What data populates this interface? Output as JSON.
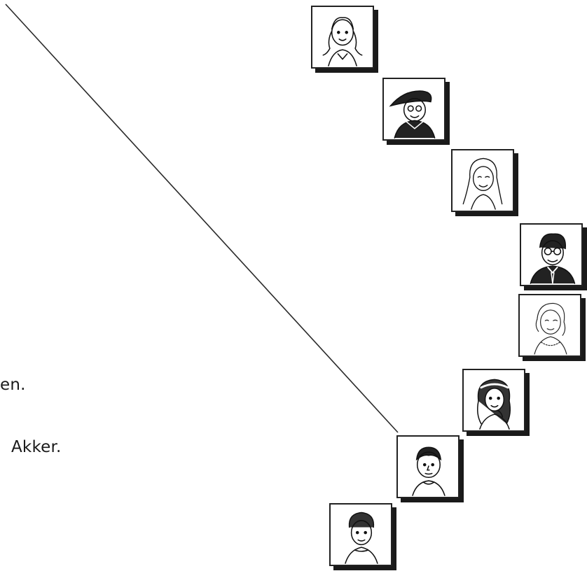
{
  "text_fragments": {
    "line_1": "en.",
    "line_2": "Akker."
  },
  "portraits": [
    {
      "name": "girl-with-braids"
    },
    {
      "name": "child-with-cap"
    },
    {
      "name": "girl-long-hair"
    },
    {
      "name": "man-with-glasses-and-tie"
    },
    {
      "name": "woman-with-necklace"
    },
    {
      "name": "girl-with-headband"
    },
    {
      "name": "boy-short-hair"
    },
    {
      "name": "boy-curly-hair"
    }
  ]
}
